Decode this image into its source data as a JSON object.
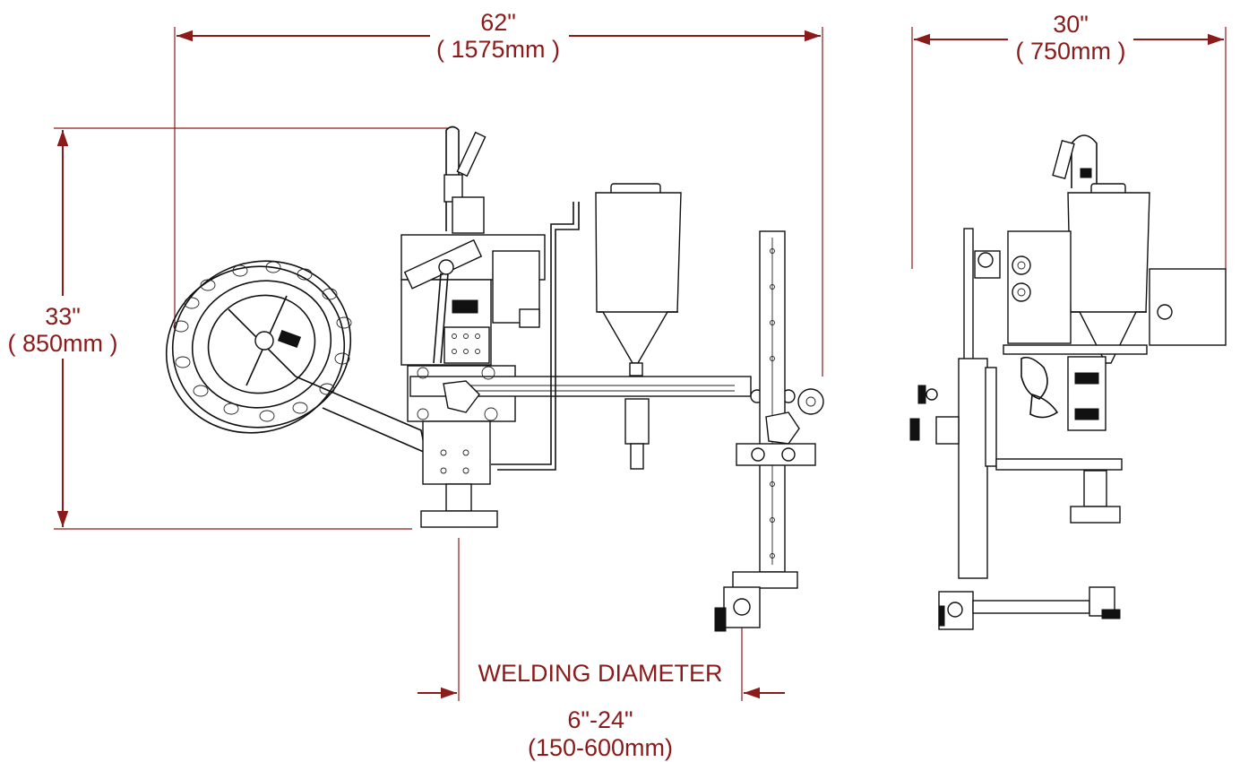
{
  "dimensions": {
    "width_front": {
      "imperial": "62\"",
      "metric": "( 1575mm )"
    },
    "height": {
      "imperial": "33\"",
      "metric": "( 850mm )"
    },
    "width_side": {
      "imperial": "30\"",
      "metric": "( 750mm )"
    },
    "welding": {
      "label": "WELDING DIAMETER",
      "imperial": "6\"-24\"",
      "metric": "(150-600mm)"
    }
  },
  "colors": {
    "dimension": "#8b1a1a",
    "machine_line": "#111111",
    "background": "#ffffff"
  }
}
